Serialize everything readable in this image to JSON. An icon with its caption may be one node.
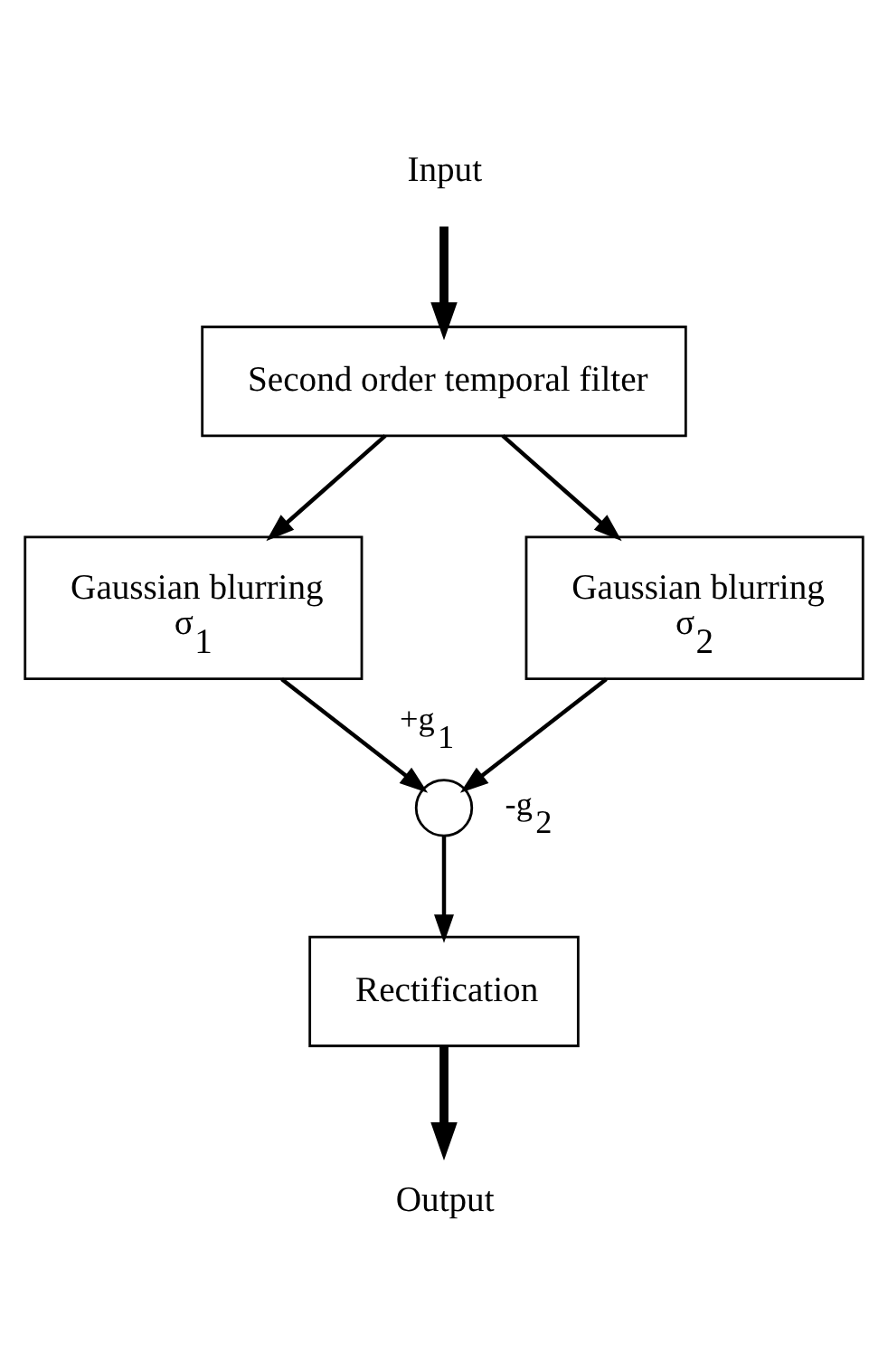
{
  "diagram": {
    "nodes": [
      {
        "text": [
          "Input"
        ]
      },
      {
        "text": [
          "Second order temporal filter"
        ]
      },
      {
        "text": [
          "Gaussian blurring",
          "σ$_{1}$"
        ]
      },
      {
        "text": [
          "Gaussian blurring",
          "σ$_{2}$"
        ]
      },
      {
        "text": [],
        "shape": "circle"
      },
      {
        "text": [
          "Rectification"
        ]
      },
      {
        "text": [
          "Output"
        ]
      }
    ],
    "edges": [
      {
        "from": 0,
        "to": 1,
        "arrow": "to",
        "style": "thick"
      },
      {
        "from": 1,
        "to": 2,
        "arrow": "to"
      },
      {
        "from": 1,
        "to": 3,
        "arrow": "to"
      },
      {
        "from": 2,
        "to": 4,
        "arrow": "to",
        "label": "+g$_{1}$"
      },
      {
        "from": 3,
        "to": 4,
        "arrow": "to",
        "label": "-g$_{2}$"
      },
      {
        "from": 4,
        "to": 5,
        "arrow": "to"
      },
      {
        "from": 5,
        "to": 6,
        "arrow": "to",
        "style": "thick"
      }
    ]
  }
}
